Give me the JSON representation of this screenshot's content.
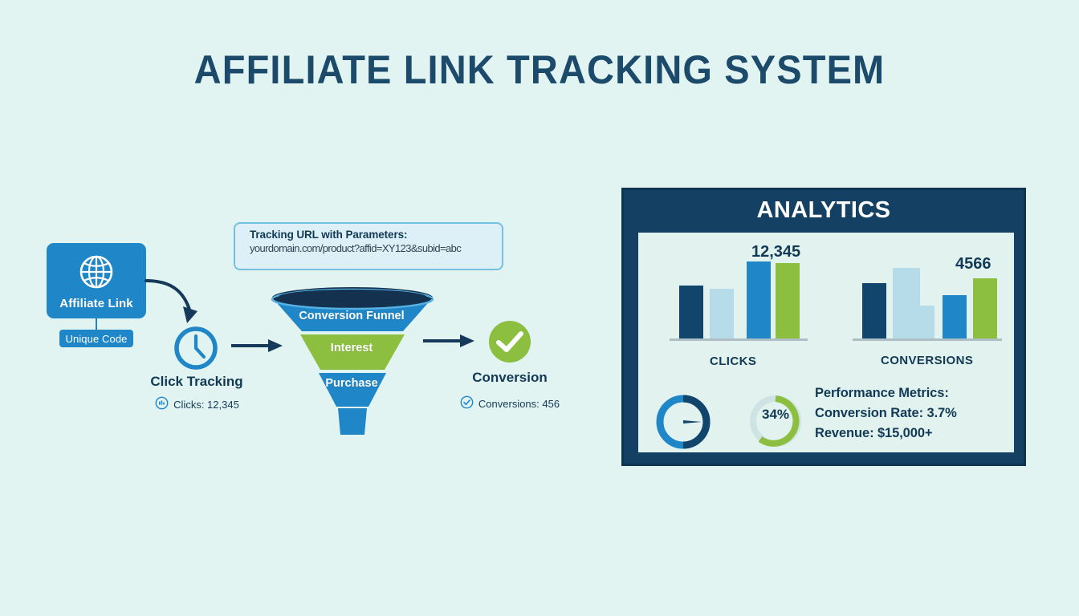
{
  "page": {
    "title": "AFFILIATE LINK TRACKING SYSTEM",
    "background_color": "#e2f4f2"
  },
  "colors": {
    "navy": "#134063",
    "blue": "#1f86c8",
    "light_blue": "#b5dce8",
    "green": "#8cbf3f",
    "text_navy": "#123a56",
    "panel_body": "#e2f2ef"
  },
  "flow": {
    "affiliate": {
      "icon": "globe-icon",
      "label": "Affiliate Link",
      "badge": "Unique Code"
    },
    "tracking_url": {
      "title": "Tracking URL with Parameters:",
      "value": "yourdomain.com/product?affid=XY123&subid=abc"
    },
    "click_tracking": {
      "icon": "clock-icon",
      "label": "Click Tracking",
      "stat_icon": "click-stat-icon",
      "stat": "Clicks: 12,345"
    },
    "funnel": {
      "stages": [
        {
          "label": "Conversion Funnel",
          "color": "#1f86c8"
        },
        {
          "label": "Interest",
          "color": "#8cbf3f"
        },
        {
          "label": "Purchase",
          "color": "#1f86c8"
        }
      ]
    },
    "conversion": {
      "icon": "check-circle-icon",
      "label": "Conversion",
      "stat_icon": "check-outline-icon",
      "stat": "Conversions: 456"
    }
  },
  "analytics": {
    "header": "ANALYTICS",
    "clicks_value": "12,345",
    "clicks_label": "CLICKS",
    "conversions_value": "4566",
    "conversions_label": "CONVERSIONS",
    "donut_percent": "34%",
    "metrics": {
      "title": "Performance Metrics:",
      "conversion_rate": "Conversion Rate: 3.7%",
      "revenue": "Revenue: $15,000+"
    }
  },
  "chart_data": [
    {
      "type": "bar",
      "title": "CLICKS",
      "categories": [
        "1",
        "2",
        "3",
        "4"
      ],
      "values": [
        62,
        58,
        86,
        84
      ],
      "colors": [
        "#11456c",
        "#b5dce8",
        "#1f86c8",
        "#8cbf3f"
      ],
      "data_label": "12,345",
      "xlabel": "CLICKS",
      "ylabel": "",
      "ylim": [
        0,
        100
      ],
      "grid": false,
      "legend": "none"
    },
    {
      "type": "bar",
      "title": "CONVERSIONS",
      "categories": [
        "1",
        "2",
        "3",
        "4"
      ],
      "values": [
        72,
        93,
        65,
        79
      ],
      "colors": [
        "#11456c",
        "#b5dce8",
        "#1f86c8",
        "#8cbf3f"
      ],
      "data_label": "4566",
      "xlabel": "CONVERSIONS",
      "ylabel": "",
      "ylim": [
        0,
        100
      ],
      "grid": false,
      "legend": "none",
      "note": "second light-blue bar is stepped: tall left portion, shorter right portion"
    },
    {
      "type": "pie",
      "title": "gauge-donut",
      "categories": [
        "segment-dark",
        "segment-blue"
      ],
      "values": [
        25,
        75
      ],
      "colors": [
        "#11456c",
        "#1f86c8"
      ],
      "annotations": [
        "needle pointer"
      ]
    },
    {
      "type": "pie",
      "title": "percent-donut",
      "categories": [
        "complete",
        "remaining"
      ],
      "values": [
        75,
        25
      ],
      "colors": [
        "#8cbf3f",
        "#cfe3e4"
      ],
      "data_label": "34%"
    }
  ]
}
